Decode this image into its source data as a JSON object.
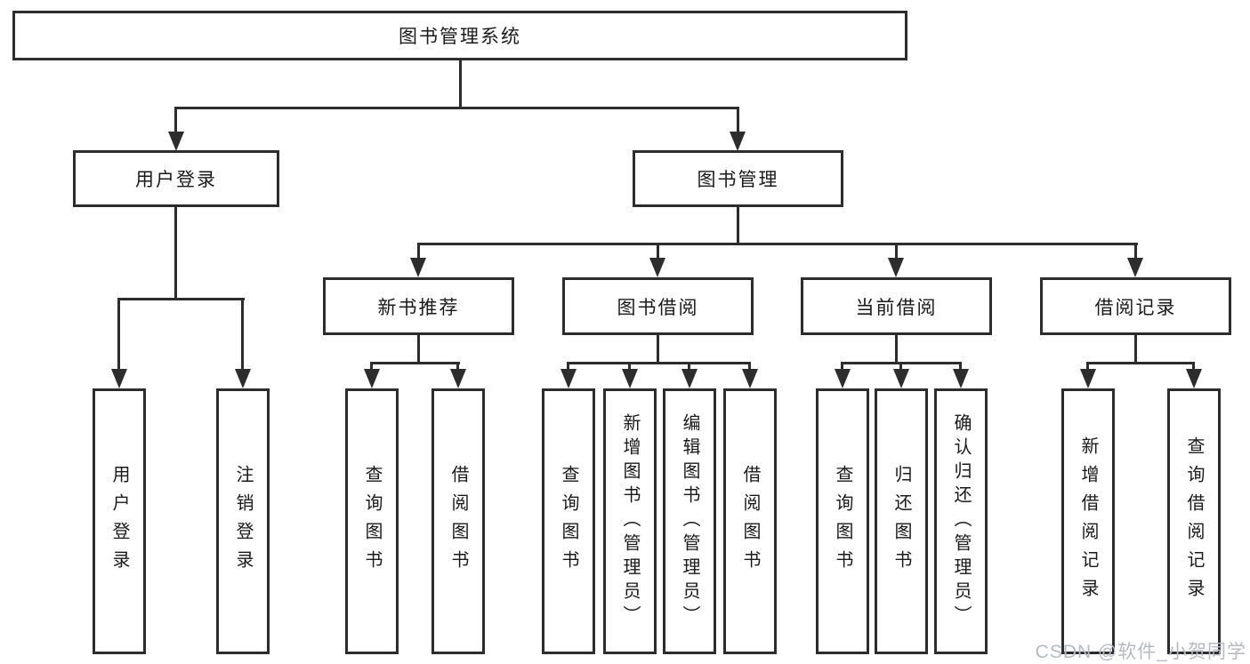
{
  "diagram_type": "tree",
  "tree": {
    "root": {
      "label": "图书管理系统",
      "children": [
        {
          "label": "用户登录",
          "children": [
            {
              "label": "用户登录"
            },
            {
              "label": "注销登录"
            }
          ]
        },
        {
          "label": "图书管理",
          "children": [
            {
              "label": "新书推荐",
              "children": [
                {
                  "label": "查询图书"
                },
                {
                  "label": "借阅图书"
                }
              ]
            },
            {
              "label": "图书借阅",
              "children": [
                {
                  "label": "查询图书"
                },
                {
                  "label": "新增图书（管理员）"
                },
                {
                  "label": "编辑图书（管理员）"
                },
                {
                  "label": "借阅图书"
                }
              ]
            },
            {
              "label": "当前借阅",
              "children": [
                {
                  "label": "查询图书"
                },
                {
                  "label": "归还图书"
                },
                {
                  "label": "确认归还（管理员）"
                }
              ]
            },
            {
              "label": "借阅记录",
              "children": [
                {
                  "label": "新增借阅记录"
                },
                {
                  "label": "查询借阅记录"
                }
              ]
            }
          ]
        }
      ]
    }
  },
  "watermark": {
    "text": "CSDN @软件_小贺同学"
  },
  "colors": {
    "line": "#2d2d2d",
    "text": "#1a1a1a",
    "background": "#ffffff",
    "watermark": "#b6bac1"
  }
}
